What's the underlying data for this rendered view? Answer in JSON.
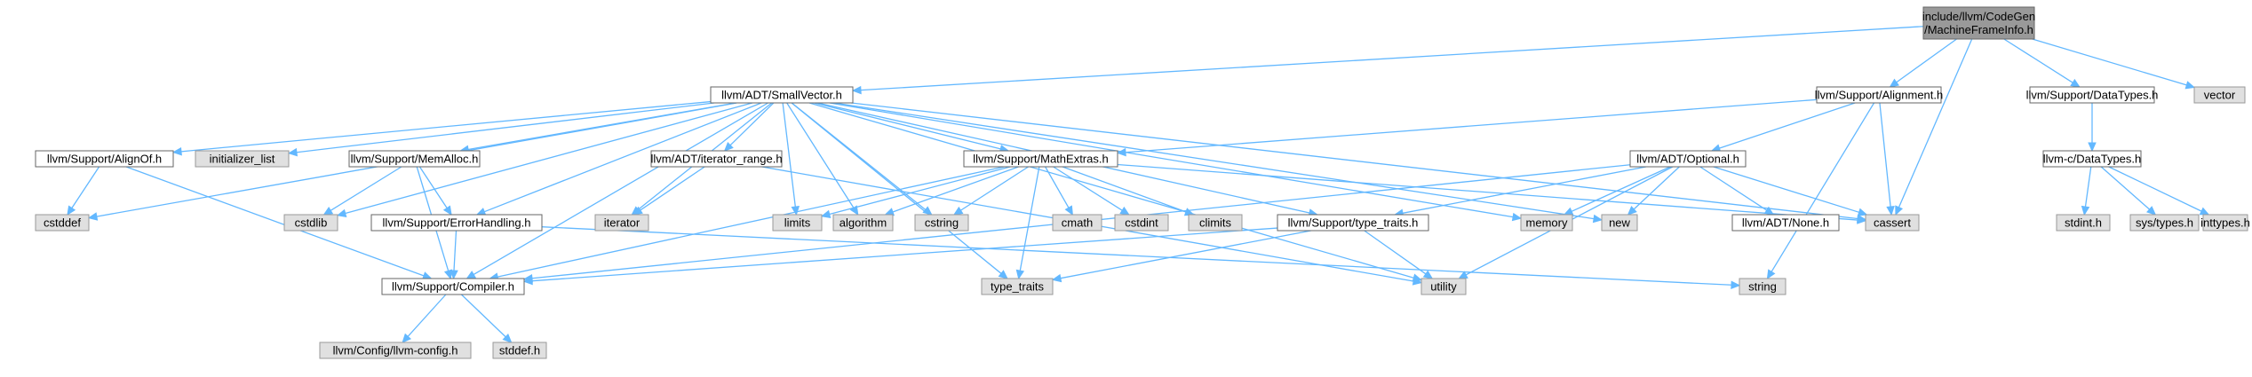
{
  "colors": {
    "edge": "#63b8ff",
    "root_fill": "#999999",
    "header_fill": "#ffffff",
    "system_fill": "#e0e0e0",
    "header_stroke": "#666666",
    "system_stroke": "#999999"
  },
  "nodes": {
    "root": {
      "lines": [
        "include/llvm/CodeGen",
        "/MachineFrameInfo.h"
      ]
    },
    "smallvector": {
      "label": "llvm/ADT/SmallVector.h"
    },
    "alignment": {
      "label": "llvm/Support/Alignment.h"
    },
    "datatypes": {
      "label": "llvm/Support/DataTypes.h"
    },
    "vector": {
      "label": "vector"
    },
    "alignof": {
      "label": "llvm/Support/AlignOf.h"
    },
    "initializer_list": {
      "label": "initializer_list"
    },
    "memalloc": {
      "label": "llvm/Support/MemAlloc.h"
    },
    "iterator_range": {
      "label": "llvm/ADT/iterator_range.h"
    },
    "mathextras": {
      "label": "llvm/Support/MathExtras.h"
    },
    "optional": {
      "label": "llvm/ADT/Optional.h"
    },
    "c_datatypes": {
      "label": "llvm-c/DataTypes.h"
    },
    "cstddef": {
      "label": "cstddef"
    },
    "cstdlib": {
      "label": "cstdlib"
    },
    "errorhandling": {
      "label": "llvm/Support/ErrorHandling.h"
    },
    "iterator": {
      "label": "iterator"
    },
    "limits": {
      "label": "limits"
    },
    "algorithm": {
      "label": "algorithm"
    },
    "cstring": {
      "label": "cstring"
    },
    "cmath": {
      "label": "cmath"
    },
    "cstdint": {
      "label": "cstdint"
    },
    "climits": {
      "label": "climits"
    },
    "type_traits_h": {
      "label": "llvm/Support/type_traits.h"
    },
    "memory": {
      "label": "memory"
    },
    "new": {
      "label": "new"
    },
    "none": {
      "label": "llvm/ADT/None.h"
    },
    "cassert": {
      "label": "cassert"
    },
    "stdint": {
      "label": "stdint.h"
    },
    "sys_types": {
      "label": "sys/types.h"
    },
    "inttypes": {
      "label": "inttypes.h"
    },
    "compiler": {
      "label": "llvm/Support/Compiler.h"
    },
    "type_traits": {
      "label": "type_traits"
    },
    "utility": {
      "label": "utility"
    },
    "string": {
      "label": "string"
    },
    "llvm_config": {
      "label": "llvm/Config/llvm-config.h"
    },
    "stddef": {
      "label": "stddef.h"
    }
  },
  "edges": [
    [
      "root",
      "smallvector"
    ],
    [
      "root",
      "alignment"
    ],
    [
      "root",
      "datatypes"
    ],
    [
      "root",
      "vector"
    ],
    [
      "root",
      "cassert"
    ],
    [
      "smallvector",
      "alignof"
    ],
    [
      "smallvector",
      "initializer_list"
    ],
    [
      "smallvector",
      "memalloc"
    ],
    [
      "smallvector",
      "iterator_range"
    ],
    [
      "smallvector",
      "mathextras"
    ],
    [
      "smallvector",
      "cstddef"
    ],
    [
      "smallvector",
      "cstdlib"
    ],
    [
      "smallvector",
      "errorhandling"
    ],
    [
      "smallvector",
      "iterator"
    ],
    [
      "smallvector",
      "limits"
    ],
    [
      "smallvector",
      "algorithm"
    ],
    [
      "smallvector",
      "cstring"
    ],
    [
      "smallvector",
      "type_traits_h"
    ],
    [
      "smallvector",
      "memory"
    ],
    [
      "smallvector",
      "new"
    ],
    [
      "smallvector",
      "cassert"
    ],
    [
      "smallvector",
      "compiler"
    ],
    [
      "smallvector",
      "type_traits"
    ],
    [
      "smallvector",
      "utility"
    ],
    [
      "alignment",
      "mathextras"
    ],
    [
      "alignment",
      "optional"
    ],
    [
      "alignment",
      "cassert"
    ],
    [
      "alignment",
      "string"
    ],
    [
      "datatypes",
      "c_datatypes"
    ],
    [
      "c_datatypes",
      "stdint"
    ],
    [
      "c_datatypes",
      "sys_types"
    ],
    [
      "c_datatypes",
      "inttypes"
    ],
    [
      "alignof",
      "cstddef"
    ],
    [
      "alignof",
      "compiler"
    ],
    [
      "memalloc",
      "cstdlib"
    ],
    [
      "memalloc",
      "errorhandling"
    ],
    [
      "memalloc",
      "compiler"
    ],
    [
      "iterator_range",
      "iterator"
    ],
    [
      "iterator_range",
      "utility"
    ],
    [
      "mathextras",
      "limits"
    ],
    [
      "mathextras",
      "algorithm"
    ],
    [
      "mathextras",
      "cstring"
    ],
    [
      "mathextras",
      "cmath"
    ],
    [
      "mathextras",
      "cstdint"
    ],
    [
      "mathextras",
      "climits"
    ],
    [
      "mathextras",
      "cassert"
    ],
    [
      "mathextras",
      "compiler"
    ],
    [
      "mathextras",
      "type_traits"
    ],
    [
      "optional",
      "type_traits_h"
    ],
    [
      "optional",
      "memory"
    ],
    [
      "optional",
      "new"
    ],
    [
      "optional",
      "none"
    ],
    [
      "optional",
      "cassert"
    ],
    [
      "optional",
      "compiler"
    ],
    [
      "optional",
      "utility"
    ],
    [
      "errorhandling",
      "compiler"
    ],
    [
      "errorhandling",
      "string"
    ],
    [
      "type_traits_h",
      "compiler"
    ],
    [
      "type_traits_h",
      "type_traits"
    ],
    [
      "type_traits_h",
      "utility"
    ],
    [
      "compiler",
      "llvm_config"
    ],
    [
      "compiler",
      "stddef"
    ]
  ]
}
